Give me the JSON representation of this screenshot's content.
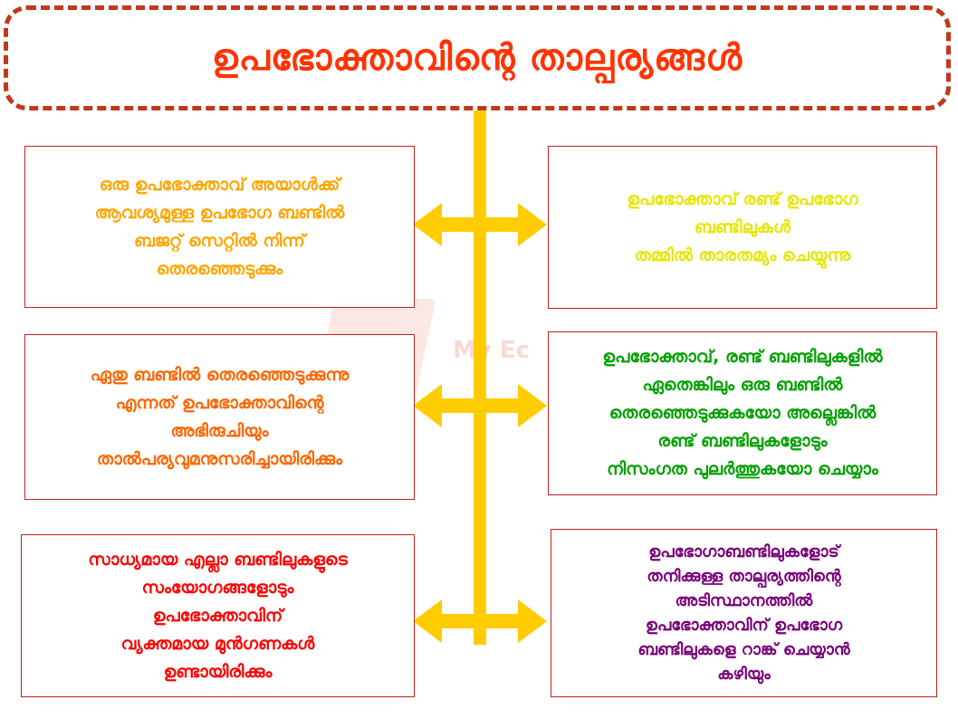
{
  "title": "ഉപഭോക്താവിന്റെ താല്പര്യങ്ങൾ",
  "watermark": "My Ec",
  "colors": {
    "title": "#ff3300",
    "frame": "#c0391b",
    "spine": "#ffcc00",
    "box_border": "#c0201b"
  },
  "left_boxes": [
    {
      "color": "#ffa500",
      "lines": [
        "ഒരു ഉപഭോക്താവ് അയാൾക്ക്",
        "ആവശ്യമുള്ള ഉപഭോഗ ബണ്ടിൽ",
        "ബജറ്റ് സെറ്റിൽ നിന്ന്",
        "തെരഞ്ഞെടുക്കും"
      ]
    },
    {
      "color": "#ff6600",
      "lines": [
        "ഏതു ബണ്ടിൽ തെരഞ്ഞെടുക്കുന്നു",
        "എന്നത് ഉപഭോക്താവിന്റെ",
        "അഭിരുചിയും",
        "താൽപര്യവുമനുസരിച്ചായിരിക്കും"
      ]
    },
    {
      "color": "#ff0000",
      "lines": [
        "സാധ്യമായ എല്ലാ ബണ്ടിലുകളുടെ",
        "സംയോഗങ്ങളോടും",
        "ഉപഭോക്താവിന്",
        "വ്യക്തമായ മുൻഗണകൾ",
        "ഉണ്ടായിരിക്കും"
      ]
    }
  ],
  "right_boxes": [
    {
      "color": "#e6e600",
      "lines": [
        "ഉപഭോക്താവ് രണ്ട് ഉപഭോഗ",
        "ബണ്ടിലുകൾ",
        "തമ്മിൽ താരതമ്യം ചെയ്യുന്നു"
      ]
    },
    {
      "color": "#00a000",
      "lines": [
        "ഉപഭോക്താവ്, രണ്ട് ബണ്ടിലുകളിൽ",
        "ഏതെങ്കിലും ഒരു ബണ്ടിൽ",
        "തെരഞ്ഞെടുക്കുകയോ അല്ലെങ്കിൽ",
        "രണ്ട് ബണ്ടിലുകളോടും",
        "നിസംഗത പുലർത്തുകയോ ചെയ്യാം"
      ]
    },
    {
      "color": "#7a007a",
      "lines": [
        "ഉപഭോഗാബണ്ടിലുകളോട്",
        "തനിക്കുള്ള താല്പര്യത്തിന്റെ",
        "അടിസ്ഥാനത്തിൽ",
        "ഉപഭോക്താവിന് ഉപഭോഗ",
        "ബണ്ടിലുകളെ റാങ്ക് ചെയ്യാൻ",
        "കഴിയും"
      ]
    }
  ]
}
